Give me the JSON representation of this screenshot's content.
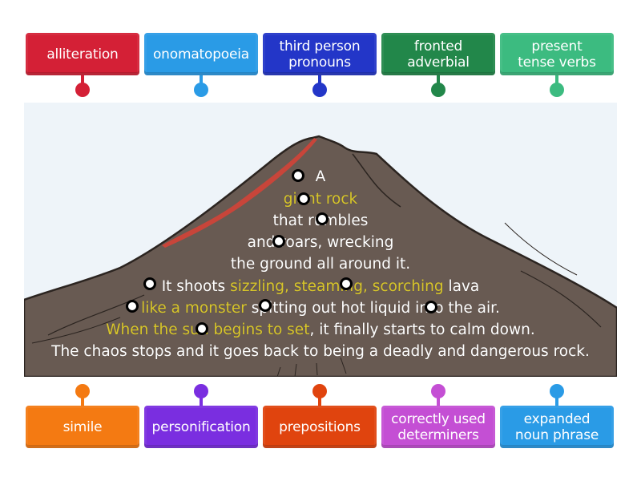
{
  "top_labels": [
    {
      "text": "alliteration",
      "color": "#d42036"
    },
    {
      "text": "onomatopoeia",
      "color": "#2a9be6"
    },
    {
      "text": "third person\npronouns",
      "color": "#2336c8"
    },
    {
      "text": "fronted\nadverbial",
      "color": "#22874a"
    },
    {
      "text": "present\ntense verbs",
      "color": "#3cbb80"
    }
  ],
  "bottom_labels": [
    {
      "text": "simile",
      "color": "#f47a12"
    },
    {
      "text": "personification",
      "color": "#7a2ee0"
    },
    {
      "text": "prepositions",
      "color": "#e0440e"
    },
    {
      "text": "correctly used\ndeterminers",
      "color": "#c44fd4"
    },
    {
      "text": "expanded\nnoun phrase",
      "color": "#2a9be6"
    }
  ],
  "scene": {
    "sky_color": "#eef4f9",
    "mountain_color": "#685a52",
    "lava_color": "#c8453a",
    "text_color": "#ffffff",
    "highlight_color": "#d8c62a"
  },
  "poem": {
    "lines": [
      [
        {
          "t": "A",
          "hl": false
        }
      ],
      [
        {
          "t": "giant rock",
          "hl": true
        }
      ],
      [
        {
          "t": "that rumbles",
          "hl": false
        }
      ],
      [
        {
          "t": "and roars, wrecking",
          "hl": false
        }
      ],
      [
        {
          "t": "the ground all around it.",
          "hl": false
        }
      ],
      [
        {
          "t": "It shoots ",
          "hl": false
        },
        {
          "t": "sizzling, steaming, scorching",
          "hl": true
        },
        {
          "t": " lava",
          "hl": false
        }
      ],
      [
        {
          "t": "like a monster",
          "hl": true
        },
        {
          "t": " spitting out hot liquid into the air.",
          "hl": false
        }
      ],
      [
        {
          "t": "When the sun begins to set",
          "hl": true
        },
        {
          "t": ", it finally starts to calm down.",
          "hl": false
        }
      ],
      [
        {
          "t": "The chaos stops and it goes back to being a deadly and dangerous rock.",
          "hl": false
        }
      ]
    ]
  },
  "drop_targets": [
    {
      "name": "target-a"
    },
    {
      "name": "target-giant"
    },
    {
      "name": "target-rumbles"
    },
    {
      "name": "target-roars"
    },
    {
      "name": "target-it-shoots"
    },
    {
      "name": "target-steaming"
    },
    {
      "name": "target-like"
    },
    {
      "name": "target-spitting"
    },
    {
      "name": "target-into"
    },
    {
      "name": "target-sun"
    }
  ]
}
